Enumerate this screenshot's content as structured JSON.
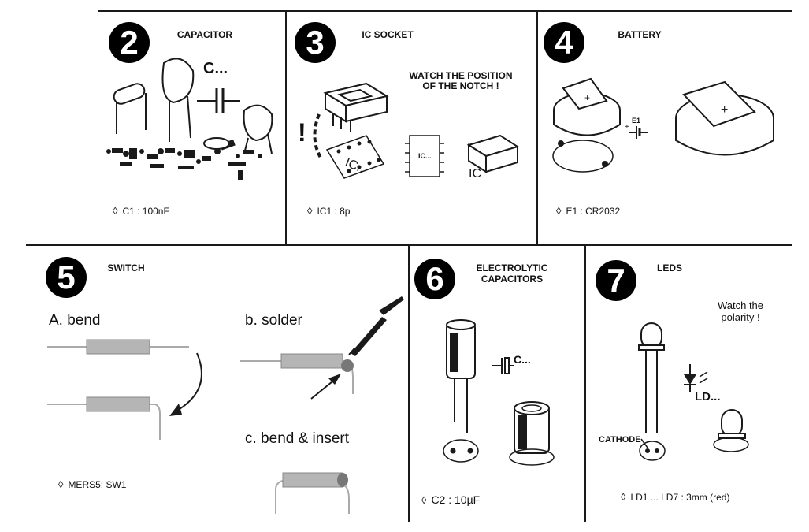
{
  "colors": {
    "ink": "#1a1a1a",
    "body_gray": "#b5b5b5",
    "lead_gray": "#aaaaaa",
    "solder": "#777777"
  },
  "panels": [
    {
      "id": "capacitor",
      "number": "2",
      "title": "CAPACITOR",
      "part": "C1 : 100nF",
      "symbol_label": "C..."
    },
    {
      "id": "ic-socket",
      "number": "3",
      "title": "IC SOCKET",
      "part": "IC1 : 8p",
      "warning": "WATCH THE POSITION\nOF THE NOTCH !",
      "exclaim": "!",
      "chip_label": "IC..."
    },
    {
      "id": "battery",
      "number": "4",
      "title": "BATTERY",
      "part": "E1 : CR2032",
      "symbol_label": "E1"
    },
    {
      "id": "switch",
      "number": "5",
      "title": "SWITCH",
      "part": "MERS5: SW1",
      "steps": [
        "A. bend",
        "b. solder",
        "c. bend & insert"
      ]
    },
    {
      "id": "electrolytic",
      "number": "6",
      "title": "ELECTROLYTIC\nCAPACITORS",
      "part": "C2 : 10µF",
      "symbol_label": "C..."
    },
    {
      "id": "leds",
      "number": "7",
      "title": "LEDS",
      "part": "LD1 ... LD7 : 3mm (red)",
      "note": "Watch the\npolarity !",
      "symbol_label": "LD...",
      "cathode_label": "CATHODE"
    }
  ],
  "icons": {
    "bullet": "◊"
  }
}
